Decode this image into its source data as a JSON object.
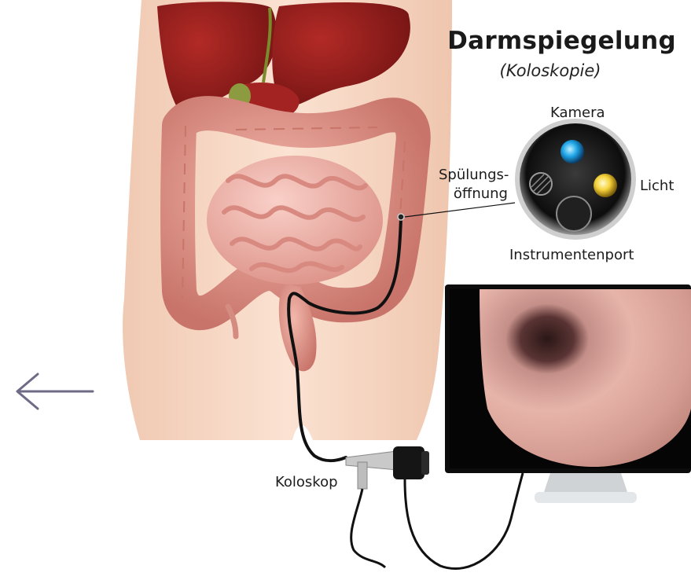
{
  "title": "Darmspiegelung",
  "subtitle": "(Koloskopie)",
  "labels": {
    "camera": "Kamera",
    "light": "Licht",
    "irrigation_line1": "Spülungs-",
    "irrigation_line2": "öffnung",
    "instrument_port": "Instrumentenport",
    "colonoscope": "Koloskop"
  },
  "icons": {
    "back": "arrow-left-icon"
  },
  "colors": {
    "skin": "#f7d9c4",
    "liver": "#8f1c1c",
    "intestine": "#e9a59c",
    "camera_lens": "#1fa6e8",
    "light_lens": "#f5d23a"
  }
}
